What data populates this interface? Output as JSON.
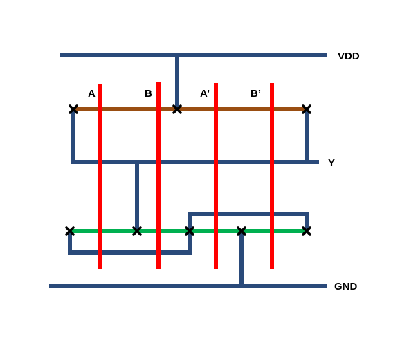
{
  "diagram": {
    "labels": {
      "vdd": "VDD",
      "gnd": "GND",
      "output": "Y",
      "input_a": "A",
      "input_b": "B",
      "input_a_bar": "A’",
      "input_b_bar": "B’"
    },
    "colors": {
      "metal": "#2a4a7a",
      "polysilicon": "#ff0000",
      "p_diffusion": "#9a4e12",
      "n_diffusion": "#00b050",
      "contact": "#000000",
      "background": "#ffffff"
    }
  }
}
